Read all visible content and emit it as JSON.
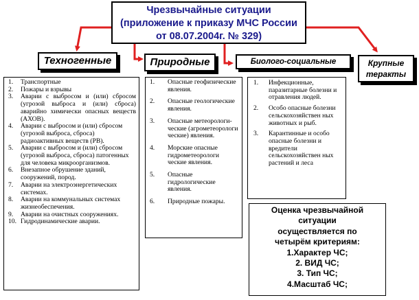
{
  "title": {
    "line1": "Чрезвычайные ситуации",
    "line2": "(приложение к приказу МЧС России",
    "line3": "от 08.07.2004г. № 329)"
  },
  "categories": {
    "technogenic": "Техногенные",
    "natural": "Природные",
    "biosocial": "Биолого-социальные",
    "major_acts_line1": "Крупные",
    "major_acts_line2": "теракты"
  },
  "technogenic_list": [
    {
      "num": "1.",
      "text": "Транспортные"
    },
    {
      "num": "2.",
      "text": "Пожары и взрывы"
    },
    {
      "num": "3.",
      "text": "Аварии с выбросом и (или) сбросом (угрозой выброса и (или) сброса) аварийно химически опасных веществ (АХОВ)."
    },
    {
      "num": "4.",
      "text": "Аварии с выбросом и (или) сбросом (угрозой выброса, сброса) радиоактивных веществ (РВ)."
    },
    {
      "num": "5.",
      "text": "Аварии с выбросом и (или) сбросом (угрозой выброса, сброса) патогенных для человека микроорганизмов."
    },
    {
      "num": "6.",
      "text": "Внезапное обрушение зданий, сооружений, пород."
    },
    {
      "num": "7.",
      "text": "Аварии на электроэнергетических системах."
    },
    {
      "num": "8.",
      "text": "Аварии на коммунальных системах жизнеобеспечения."
    },
    {
      "num": "9.",
      "text": "Аварии на очистных сооружениях."
    },
    {
      "num": "10.",
      "text": "Гидродинамические аварии."
    }
  ],
  "natural_list": [
    {
      "num": "1.",
      "text": "Опасные геофизические явления."
    },
    {
      "num": "2.",
      "text": "Опасные геологические явления."
    },
    {
      "num": "3.",
      "text": "Опасные метеорологи-ческие (агрометеорологи ческие) явления."
    },
    {
      "num": "4.",
      "text": "Морские опасные гидрометеорологи ческие явления."
    },
    {
      "num": "5.",
      "text": "Опасные гидрологические явления."
    },
    {
      "num": "6.",
      "text": "Природные пожары."
    }
  ],
  "biosocial_list": [
    {
      "num": "1.",
      "text": "Инфекционные, паразитарные болезни и отравления людей."
    },
    {
      "num": "2.",
      "text": "Особо опасные болезни сельскохозяйствен ных животных и рыб."
    },
    {
      "num": "3.",
      "text": "Карантинные и особо опасные болезни и вредители сельскохозяйствен ных растений и леса"
    }
  ],
  "evaluation": {
    "line1": "Оценка чрезвычайной",
    "line2": "ситуации",
    "line3": "осуществляется по",
    "line4": "четырём критериям:",
    "line5": "1.Характер ЧС;",
    "line6": "2. ВИД ЧС;",
    "line7": "3. Тип ЧС;",
    "line8": "4.Масштаб ЧС;"
  },
  "colors": {
    "arrow": "#e02020",
    "title_text": "#1a1a8c"
  }
}
